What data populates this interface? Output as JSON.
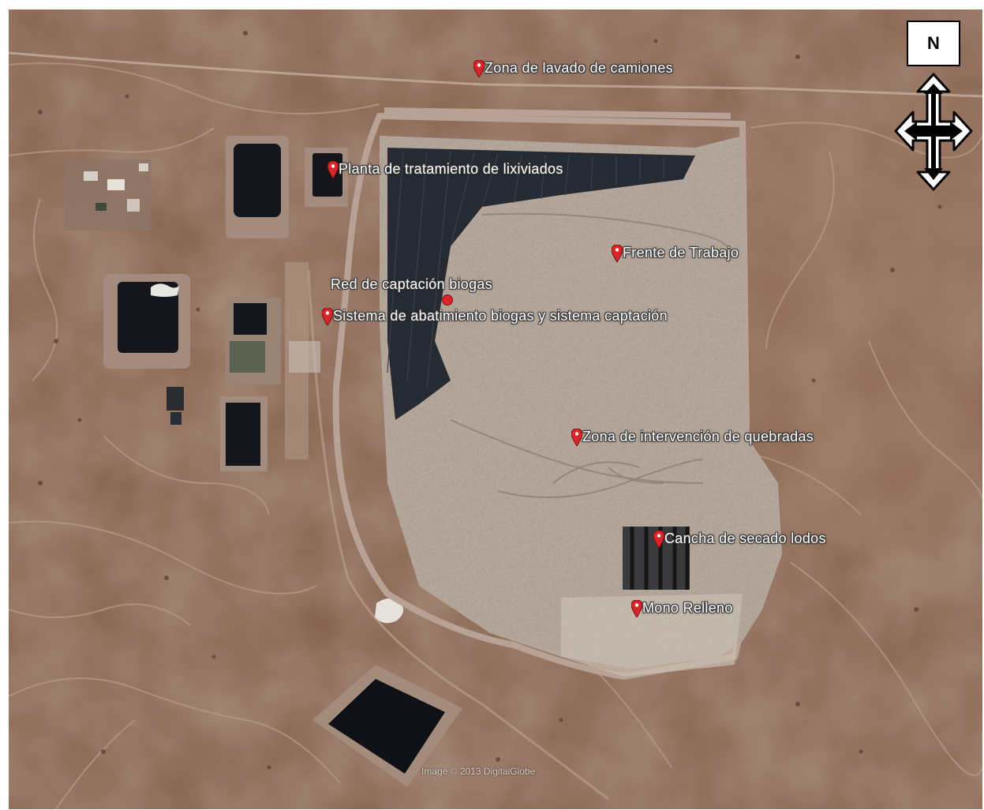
{
  "map": {
    "colors": {
      "terrain": "#7e5a45",
      "terrain_light": "#a88570",
      "pond": "#14161c",
      "landfill_dark": "#262b33",
      "landfill_light": "#b5a89c",
      "pin": "#d8262a"
    },
    "markers": [
      {
        "label": "Zona de lavado de camiones"
      },
      {
        "label": "Planta de tratamiento de lixiviados"
      },
      {
        "label": "Frente de Trabajo"
      },
      {
        "label": "Red de captación biogas"
      },
      {
        "label": "Sistema de abatimiento biogas y sistema captación"
      },
      {
        "label": "Zona de intervención de quebradas"
      },
      {
        "label": "Cancha de secado lodos"
      },
      {
        "label": "Mono Relleno"
      }
    ],
    "attribution": "Image © 2013 DigitalGlobe",
    "north_label": "N",
    "icons": {
      "pin": "map-pin-icon",
      "compass": "compass-arrow-icon"
    }
  }
}
